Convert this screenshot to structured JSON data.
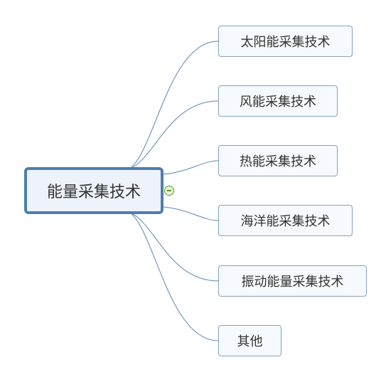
{
  "diagram": {
    "root": {
      "label": "能量采集技术"
    },
    "children": [
      {
        "label": "太阳能采集技术"
      },
      {
        "label": "风能采集技术"
      },
      {
        "label": "热能采集技术"
      },
      {
        "label": "海洋能采集技术"
      },
      {
        "label": "振动能量采集技术"
      },
      {
        "label": "其他"
      }
    ],
    "colors": {
      "connector": "#5b87b3",
      "root_border": "#4d7fae",
      "node_border": "#86a3c0",
      "collapse_toggle": "#5a9a2a"
    },
    "icons": {
      "collapse_toggle": "minus-circle-icon"
    }
  }
}
